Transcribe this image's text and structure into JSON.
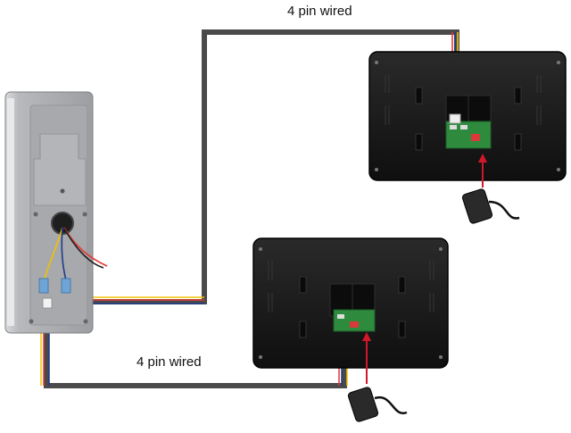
{
  "labels": {
    "top_wire": "4 pin wired",
    "bottom_wire": "4 pin wired"
  },
  "components": {
    "door_station": "outdoor-camera-unit",
    "monitors": [
      "indoor-monitor-1",
      "indoor-monitor-2"
    ],
    "power_adapters": [
      "power-adapter-1",
      "power-adapter-2"
    ]
  },
  "colors": {
    "cable": "#4a4a4a",
    "monitor_body": "#141414",
    "door_station_body": "#a9abaf",
    "board": "#2e8b3e",
    "arrow": "#d0182a",
    "wire_colors": [
      "#e53935",
      "#1e3a8a",
      "#f2c200",
      "#ffffff"
    ]
  }
}
